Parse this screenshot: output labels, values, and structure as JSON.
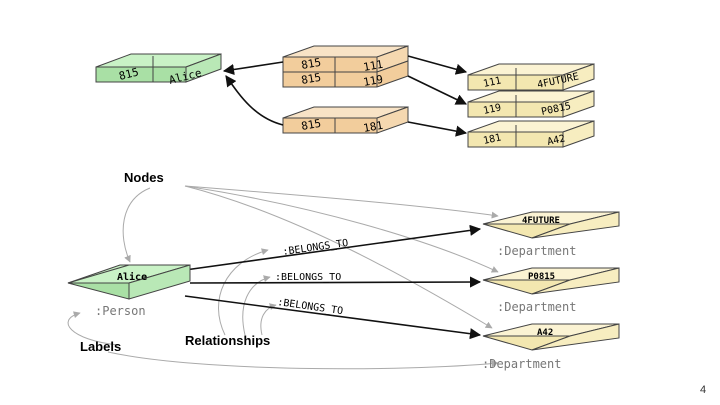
{
  "colors": {
    "green_top": "#c9f2c6",
    "green_side": "#a9e0a5",
    "orange_top": "#f8e3c6",
    "orange_side": "#f2cd9c",
    "yellow_top": "#fbf3d3",
    "yellow_side": "#f3e7b0",
    "arrow": "#111111",
    "grey": "#aaaaaa",
    "label_grey": "#777777"
  },
  "top": {
    "person": {
      "id": "815",
      "name": "Alice"
    },
    "links": [
      {
        "from": "815",
        "to": "111"
      },
      {
        "from": "815",
        "to": "119"
      },
      {
        "from": "815",
        "to": "181"
      }
    ],
    "departments": [
      {
        "id": "111",
        "name": "4FUTURE"
      },
      {
        "id": "119",
        "name": "P0815"
      },
      {
        "id": "181",
        "name": "A42"
      }
    ]
  },
  "bottom": {
    "nodes_label": "Nodes",
    "labels_label": "Labels",
    "relationships_label": "Relationships",
    "person": {
      "name": "Alice",
      "label": ":Person"
    },
    "departments": [
      {
        "name": "4FUTURE",
        "label": ":Department"
      },
      {
        "name": "P0815",
        "label": ":Department"
      },
      {
        "name": "A42",
        "label": ":Department"
      }
    ],
    "relationships": [
      ":BELONGS_TO",
      ":BELONGS_TO",
      ":BELONGS_TO"
    ]
  },
  "page_number": "4"
}
